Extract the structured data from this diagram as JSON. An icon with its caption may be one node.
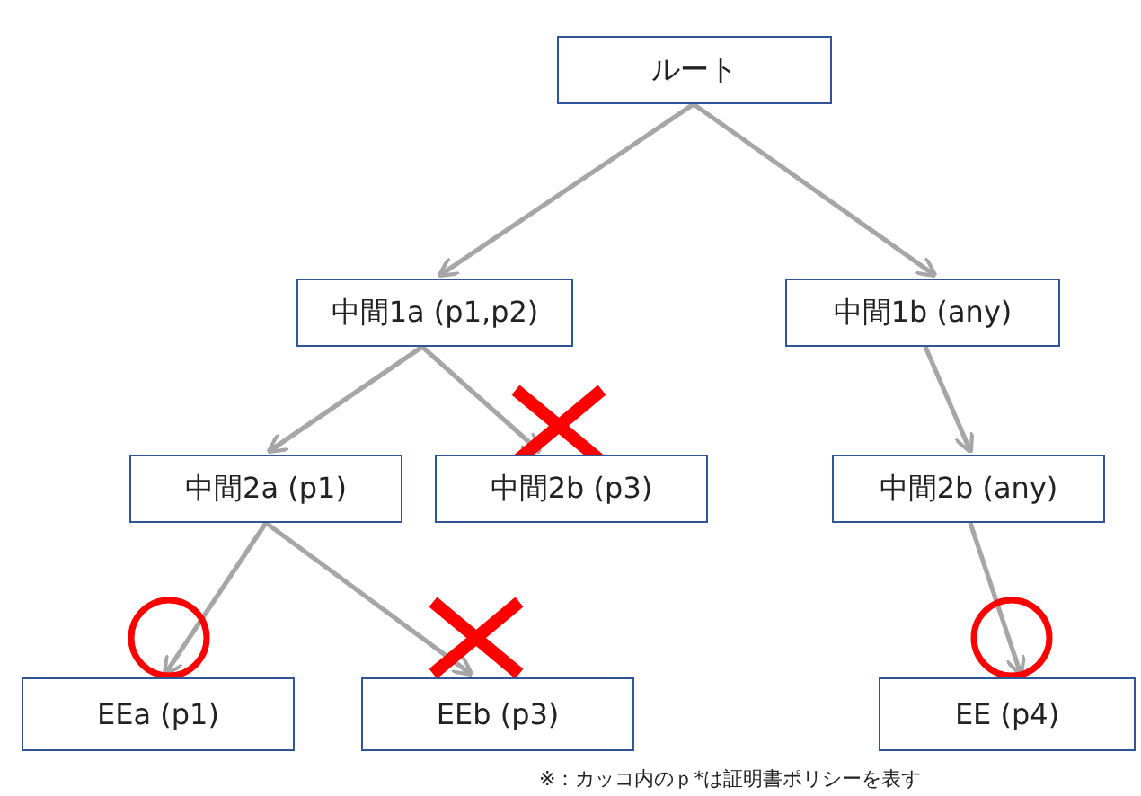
{
  "diagram": {
    "nodes": [
      {
        "text": [
          "ルート"
        ]
      },
      {
        "text": [
          "中間1a (p1,p2)"
        ]
      },
      {
        "text": [
          "中間1b (any)"
        ]
      },
      {
        "text": [
          "中間2a (p1)"
        ]
      },
      {
        "text": [
          "中間2b (p3)"
        ]
      },
      {
        "text": [
          "中間2b (any)"
        ]
      },
      {
        "text": [
          "EEa (p1)"
        ]
      },
      {
        "text": [
          "EEb (p3)"
        ]
      },
      {
        "text": [
          "EE (p4)"
        ]
      }
    ],
    "edges": [
      {
        "from": 0,
        "to": 1,
        "arrow": "to"
      },
      {
        "from": 0,
        "to": 2,
        "arrow": "to"
      },
      {
        "from": 1,
        "to": 3,
        "arrow": "to"
      },
      {
        "from": 1,
        "to": 4,
        "arrow": "to"
      },
      {
        "from": 2,
        "to": 5,
        "arrow": "to"
      },
      {
        "from": 3,
        "to": 6,
        "arrow": "to"
      },
      {
        "from": 3,
        "to": 7,
        "arrow": "to"
      },
      {
        "from": 5,
        "to": 8,
        "arrow": "to"
      }
    ],
    "labels": [
      "※：カッコ内のｐ*は証明書ポリシーを表す"
    ]
  }
}
